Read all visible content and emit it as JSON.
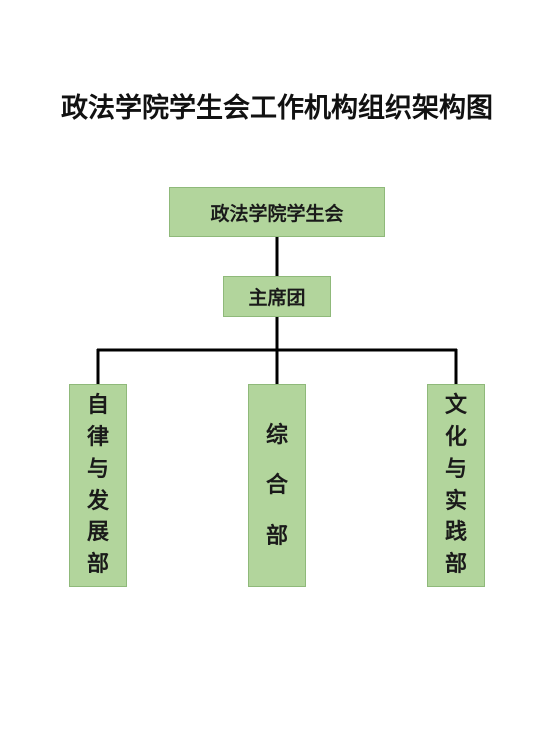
{
  "title": "政法学院学生会工作机构组织架构图",
  "root": "政法学院学生会",
  "presidium": "主席团",
  "departments": [
    "自律与发展部",
    "综合部",
    "文化与实践部"
  ],
  "colors": {
    "box_fill": "#b2d59c",
    "box_border": "#8fb97a",
    "connector": "#000000"
  }
}
